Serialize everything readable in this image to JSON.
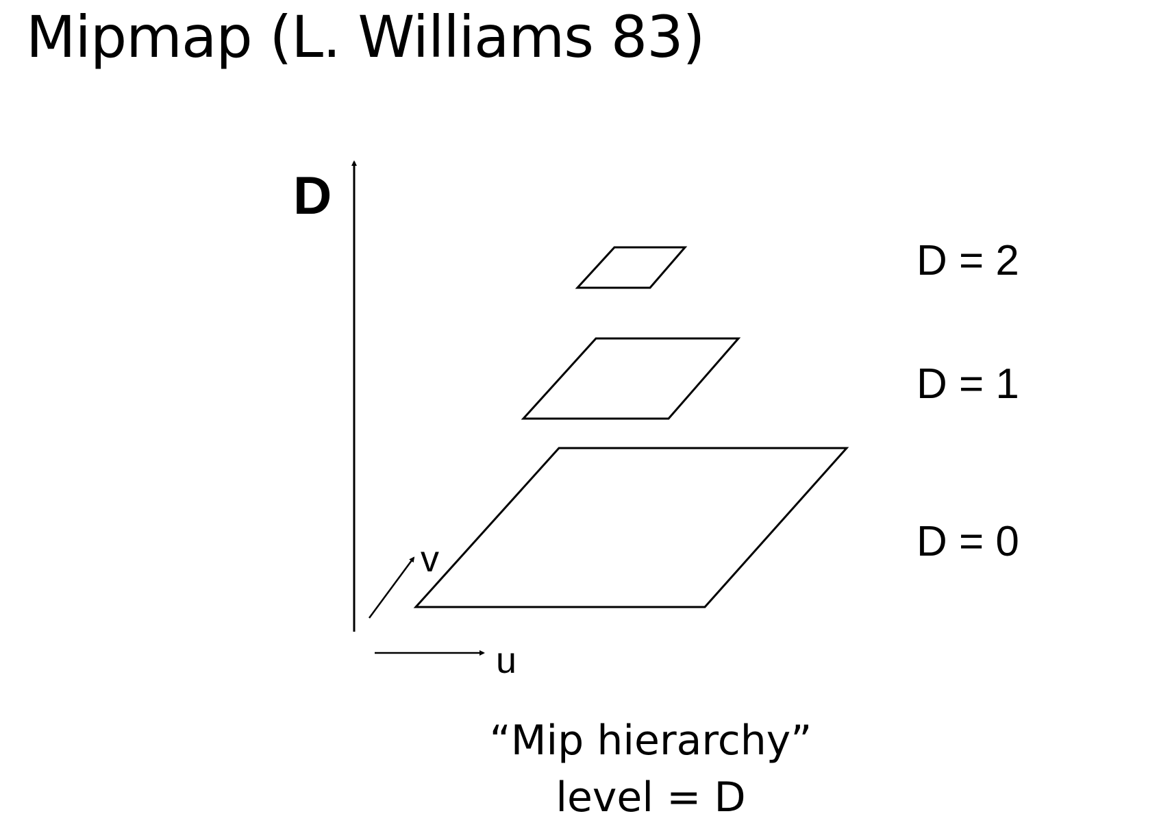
{
  "title": "Mipmap (L. Williams 83)",
  "axes": {
    "vertical_label": "D",
    "u_label": "u",
    "v_label": "v"
  },
  "levels": [
    {
      "label": "D = 2"
    },
    {
      "label": "D = 1"
    },
    {
      "label": "D = 0"
    }
  ],
  "caption": {
    "line1": "“Mip hierarchy”",
    "line2": "level = D"
  }
}
